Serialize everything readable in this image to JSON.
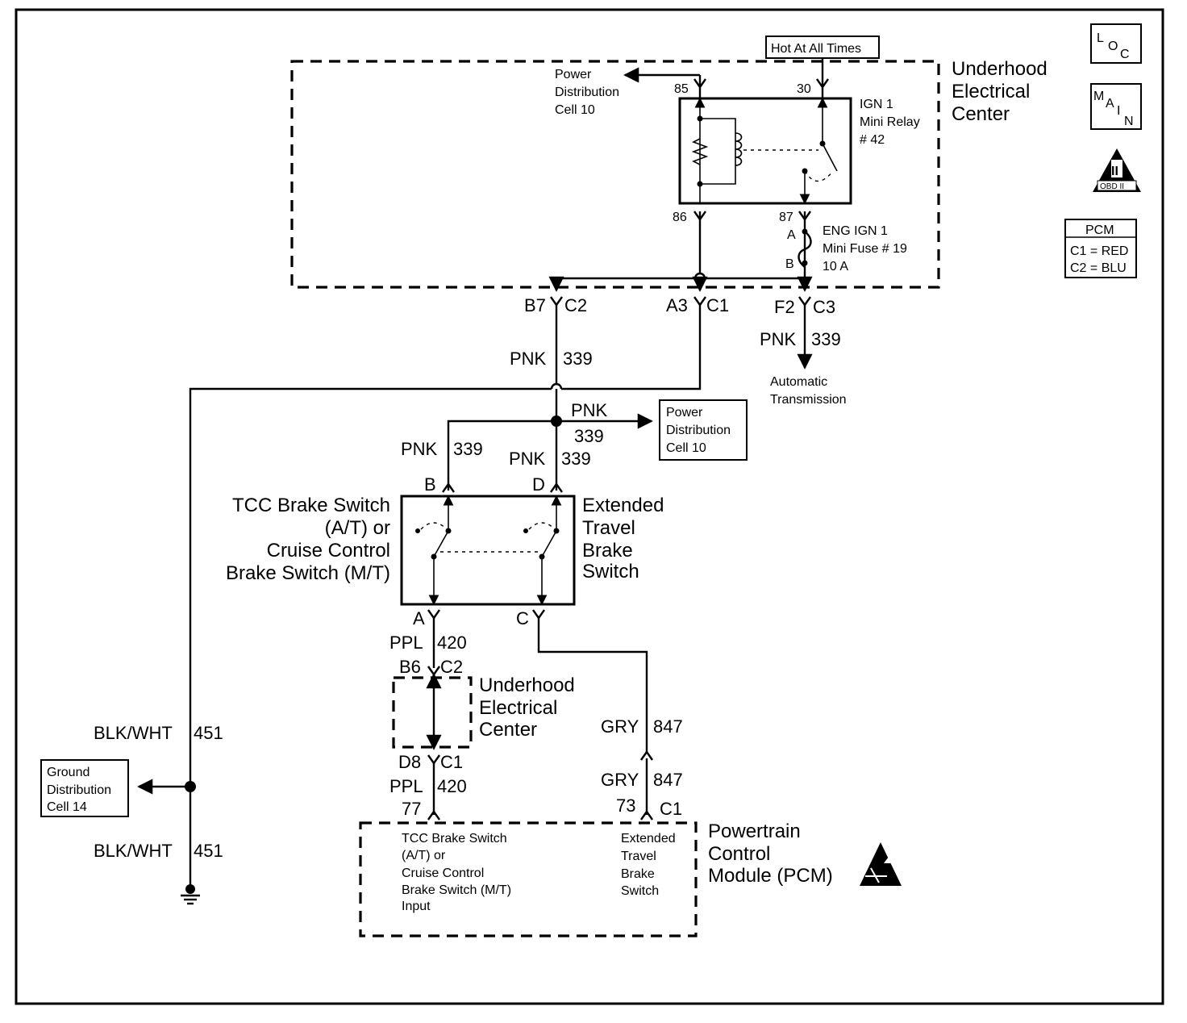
{
  "header": {
    "hot_at_all_times": "Hot At All Times",
    "loc_icon": {
      "l": "L",
      "o": "O",
      "c": "C"
    },
    "main_icon": {
      "m": "M",
      "a": "A",
      "i": "I",
      "n": "N"
    },
    "obd_icon": {
      "numeral": "II",
      "label": "OBD II"
    }
  },
  "pcm_legend": {
    "title": "PCM",
    "rows": [
      "C1 = RED",
      "C2 = BLU"
    ]
  },
  "uec_top": {
    "title": [
      "Underhood",
      "Electrical",
      "Center"
    ],
    "relay": {
      "lines": [
        "IGN 1",
        "Mini Relay",
        "# 42"
      ],
      "pins": [
        "85",
        "30",
        "86",
        "87"
      ]
    },
    "fuse": {
      "lines": [
        "ENG IGN 1",
        "Mini Fuse  # 19",
        "10 A"
      ],
      "term_a": "A",
      "term_b": "B"
    },
    "power_dist": [
      "Power",
      "Distribution",
      "Cell 10"
    ]
  },
  "connectors": {
    "b7": "B7",
    "c2_top": "C2",
    "a3": "A3",
    "c1_top": "C1",
    "f2": "F2",
    "c3": "C3",
    "b6": "B6",
    "c2_mid": "C2",
    "d8": "D8",
    "c1_mid": "C1",
    "pcm_77": "77",
    "pcm_73": "73",
    "pcm_c1": "C1"
  },
  "wires": {
    "pnk_339_main": [
      "PNK",
      "339"
    ],
    "pnk_339_right": [
      "PNK",
      "339"
    ],
    "pnk_339_branch": [
      "PNK",
      "339"
    ],
    "pnk_339_b": [
      "PNK",
      "339"
    ],
    "pnk_339_d": [
      "PNK",
      "339"
    ],
    "ppl_420_top": [
      "PPL",
      "420"
    ],
    "ppl_420_bot": [
      "PPL",
      "420"
    ],
    "gry_847_top": [
      "GRY",
      "847"
    ],
    "gry_847_bot": [
      "GRY",
      "847"
    ],
    "blk_wht_451_top": [
      "BLK/WHT",
      "451"
    ],
    "blk_wht_451_bot": [
      "BLK/WHT",
      "451"
    ]
  },
  "auto_trans": [
    "Automatic",
    "Transmission"
  ],
  "power_dist_box": [
    "Power",
    "Distribution",
    "Cell 10"
  ],
  "brake_switch": {
    "pins": [
      "B",
      "D",
      "A",
      "C"
    ],
    "left_label": [
      "TCC Brake Switch",
      "(A/T) or",
      "Cruise Control",
      "Brake Switch (M/T)"
    ],
    "right_label": [
      "Extended",
      "Travel",
      "Brake",
      "Switch"
    ]
  },
  "uec_mid": {
    "title": [
      "Underhood",
      "Electrical",
      "Center"
    ]
  },
  "ground_box": [
    "Ground",
    "Distribution",
    "Cell 14"
  ],
  "pcm": {
    "title": [
      "Powertrain",
      "Control",
      "Module (PCM)"
    ],
    "left_input": [
      "TCC Brake Switch",
      "(A/T) or",
      "Cruise Control",
      "Brake Switch (M/T)",
      "Input"
    ],
    "right_input": [
      "Extended",
      "Travel",
      "Brake",
      "Switch"
    ]
  }
}
